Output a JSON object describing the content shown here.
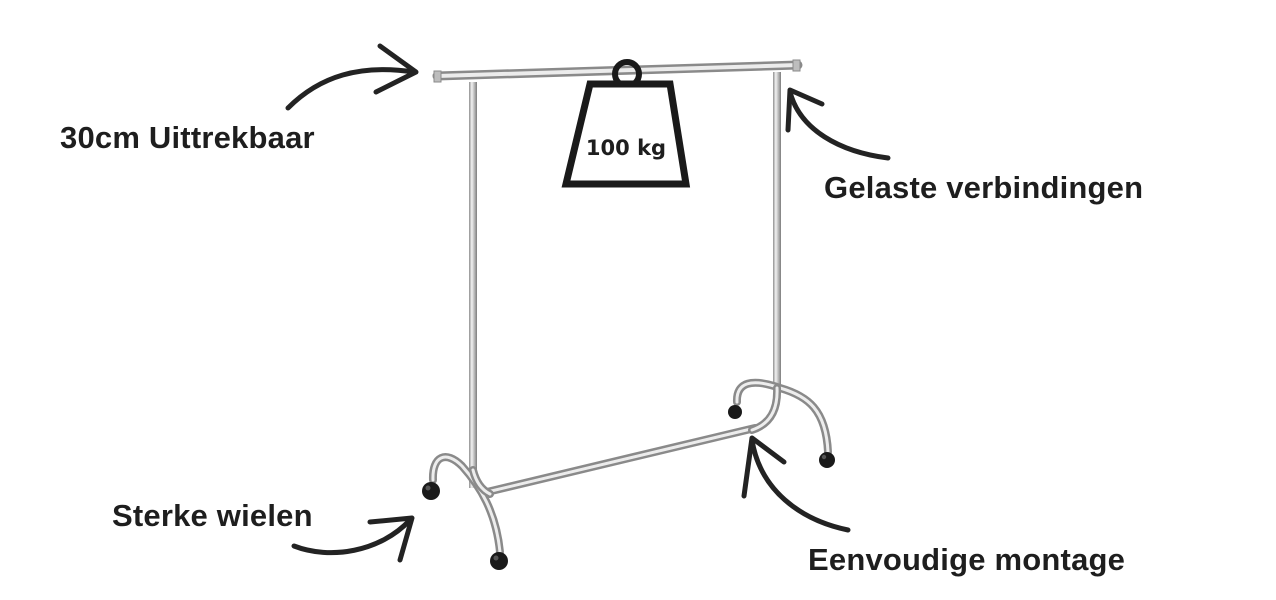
{
  "labels": {
    "extendable": "30cm Uittrekbaar",
    "welded": "Gelaste verbindingen",
    "wheels": "Sterke wielen",
    "assembly": "Eenvoudige montage"
  },
  "weight": {
    "text": "100 kg"
  },
  "colors": {
    "text": "#1e1e1e",
    "chrome": "#c8c8c8",
    "wheel": "#1a1a1a",
    "background": "#ffffff"
  }
}
